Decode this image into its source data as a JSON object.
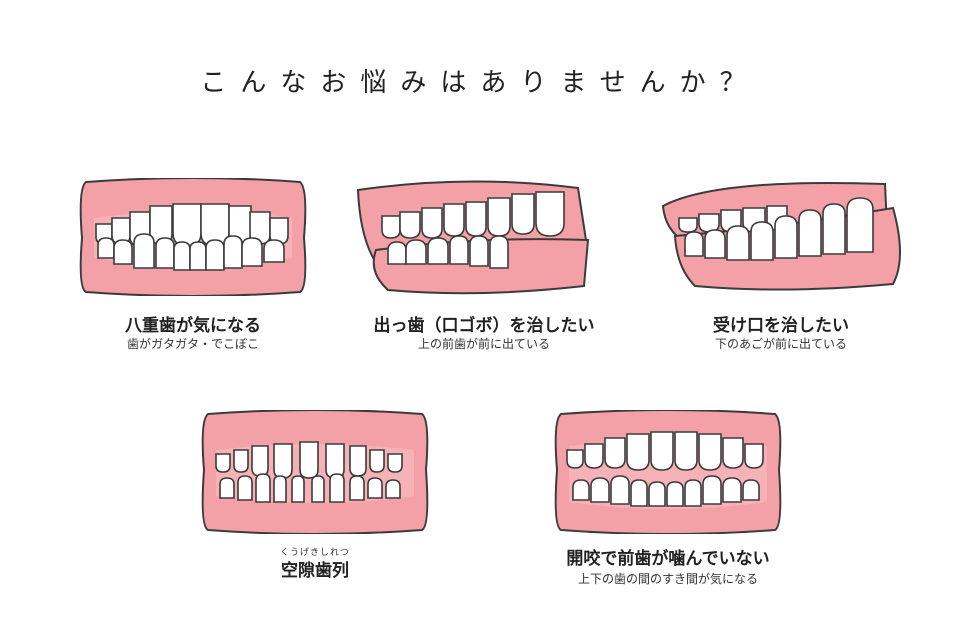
{
  "title": "こんなお悩みはありませんか？",
  "cards": [
    {
      "main": "八重歯が気になる",
      "sub": "歯がガタガタ・でこぼこ"
    },
    {
      "main": "出っ歯（口ゴボ）を治したい",
      "sub": "上の前歯が前に出ている"
    },
    {
      "main": "受け口を治したい",
      "sub": "下のあごが前に出ている"
    },
    {
      "main": "空隙歯列",
      "sub": "",
      "ruby": "くうげきしれつ"
    },
    {
      "main": "開咬で前歯が噛んでいない",
      "sub": "上下の歯の間のすき間が気になる"
    }
  ]
}
